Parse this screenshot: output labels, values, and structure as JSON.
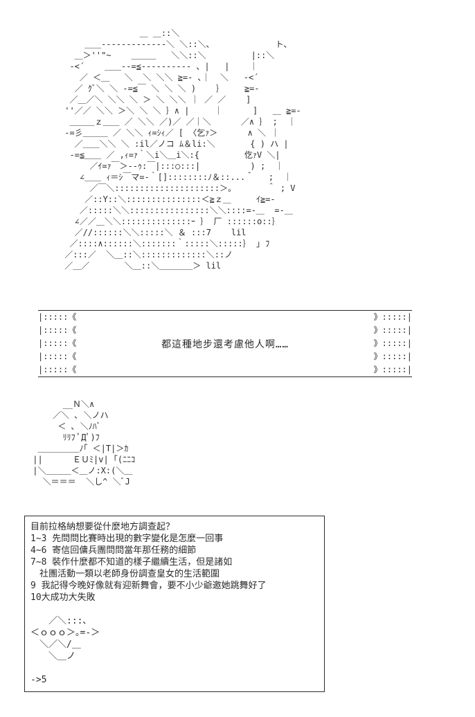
{
  "page": {
    "background": "#ffffff",
    "text_color": "#2b2b2b"
  },
  "aa_top": {
    "lines": [
      "                ＿ ＿::＼",
      "     ＿＿-------------＼ ＼::＼､             ト、",
      "   ＿＞''\"~    ＿＿＿   ＼＼::＼         |::＼",
      "  -<´    ＿＿--=≦---------- 、|   |    ｜",
      "    ／ ＜＿   ＼  ＼ ＼＼ ≧=- ､｜  ＼   -<´",
      "   ／ ｸﾞ＼ ＼ -=≦￣ ＼ ＼ ＼ )    ｝    ≧=-",
      "  ／＿／＼ ＼＼ ＼ ＞ ＼ ＼＼ ｜ ／ ／    ]",
      " ''／／ ＼＼ ＞＼ ＼ ＼ ｝∧ |     ｜      ]   ＿ ≧=-",
      "  ＿＿＿ｚ＿＿ ／ ＼＼ ／)／ ／｜＼      ／∧ ｝ ;  ｜",
      " -=彡＿＿＿ ／ ＼＼ ｨ=ｼｨ／ [ 〈乞ｧ＞      ∧ ＼ ｜",
      "   ／＿＿＼＼ ＼ :il／ノコ ﾑ＆li:＼       { ) ハ |",
      "  -=≦＿＿ ／ ,ｨ=ｧ｀＼i＼＿i＼:{         仡ｧV ＼|",
      "      ／ｲ=ｧ￣＞--ｩ:￣|:::○:::|          ) ;  ｜",
      "    ∠＿＿ ｨ＝ｼ￣マ=-｀[]::::::::ﾉ＆::...＾   ;  ｜",
      "      ／￣＼:::::::::::::::::::::＞｡       ＾ ; V",
      "     ／::Y::＼:::::::::::::::＜≧ｚ＿     ｲ≧=-",
      "    ／:::::＼＼::::::::::::::::＼＼::::=-＿  =-＿",
      "   ∠／／＿＼＼::::::::::::::ｰ ｝ 厂 ::::::o::｝",
      "   ／//::::::＼＼:::::＼ ＆ :::7    lil",
      "  ／::::∧::::::＼:::::::｀:::::＼:::::｝ ｣ ﾌ",
      " ／:::／  ＼＿::＼:::::::::::::＼::ノ",
      " ／＿／       ＼＿::＼＿＿＿＿＞ lil"
    ]
  },
  "dialogue_box": {
    "left_col": [
      "|:::::《",
      "|:::::《",
      "|:::::《",
      "|:::::《",
      "|:::::《"
    ],
    "right_col": [
      "》:::::|",
      "》:::::|",
      "》:::::|",
      "》:::::|",
      "》:::::|"
    ],
    "text": "都這種地步還考慮他人啊……"
  },
  "aa_character": {
    "lines": [
      "       __Ｎ＼∧",
      "     ／＼ ､ ＼ノハ",
      "      ＜ ､ ＼ﾉﾊﾞ",
      "       ﾘﾘﾌ ﾟДﾟ)ﾌ",
      "  ＿＿＿＿＿ﾉ｢ ＜|T|＞ｶ",
      " ||      ＥＵﾐ|v| ｢(ﾆﾆｺ",
      " |＼＿＿＿＜＿ノ:X:(＼＿",
      "   ＼＝＝＝  ＼し^ ＼ﾞJ"
    ]
  },
  "choice_box": {
    "question": "目前拉格納想要從什麼地方調查起？",
    "options": [
      "1~3 先問問比賽時出現的數字變化是怎麼一回事",
      "4~6 寄信回傭兵團問問當年那任務的細節",
      "7~8 裝作什麼都不知道的樣子繼續生活，但是諸如",
      "　社團活動一類以老師身份調查皇女的生活範圍",
      "9 我記得今晚好像就有迎新舞會，要不小少爺邀她跳舞好了",
      "10大成功大失敗"
    ],
    "aa_lines": [
      "　　／＼:::､",
      "＜ｏｏｏ＞｡=-＞",
      "　＼／＼/＿",
      "　　＼＿ノ"
    ],
    "result": "->5"
  }
}
